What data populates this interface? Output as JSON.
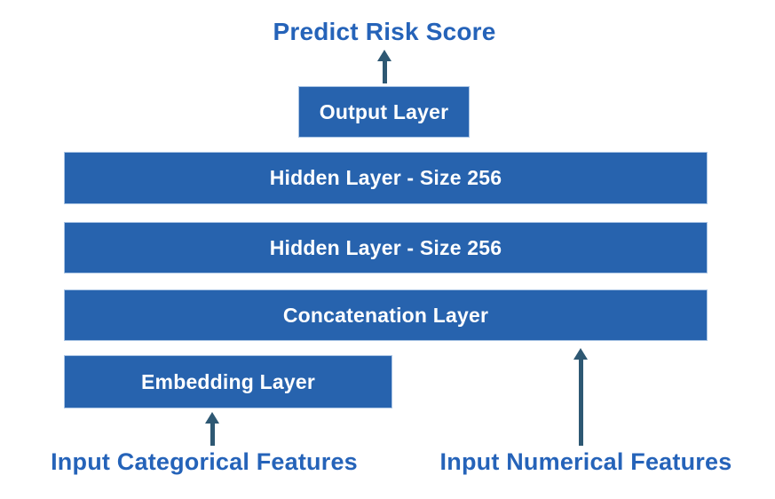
{
  "diagram": {
    "title": "Predict Risk Score",
    "layers": [
      {
        "label": "Output Layer"
      },
      {
        "label": "Hidden Layer - Size 256"
      },
      {
        "label": "Hidden Layer - Size 256"
      },
      {
        "label": "Concatenation Layer"
      },
      {
        "label": "Embedding Layer"
      }
    ],
    "inputs": [
      {
        "label": "Input Categorical Features"
      },
      {
        "label": "Input Numerical Features"
      }
    ],
    "icons": [
      {
        "name": "up-arrow-icon",
        "meaning": "data flow upward"
      }
    ],
    "colors": {
      "box_fill": "#2763AE",
      "box_border": "#A9C4E4",
      "box_text": "#FFFFFF",
      "label_text": "#2563B9",
      "arrow": "#2E5873",
      "background": "#FFFFFF"
    }
  }
}
